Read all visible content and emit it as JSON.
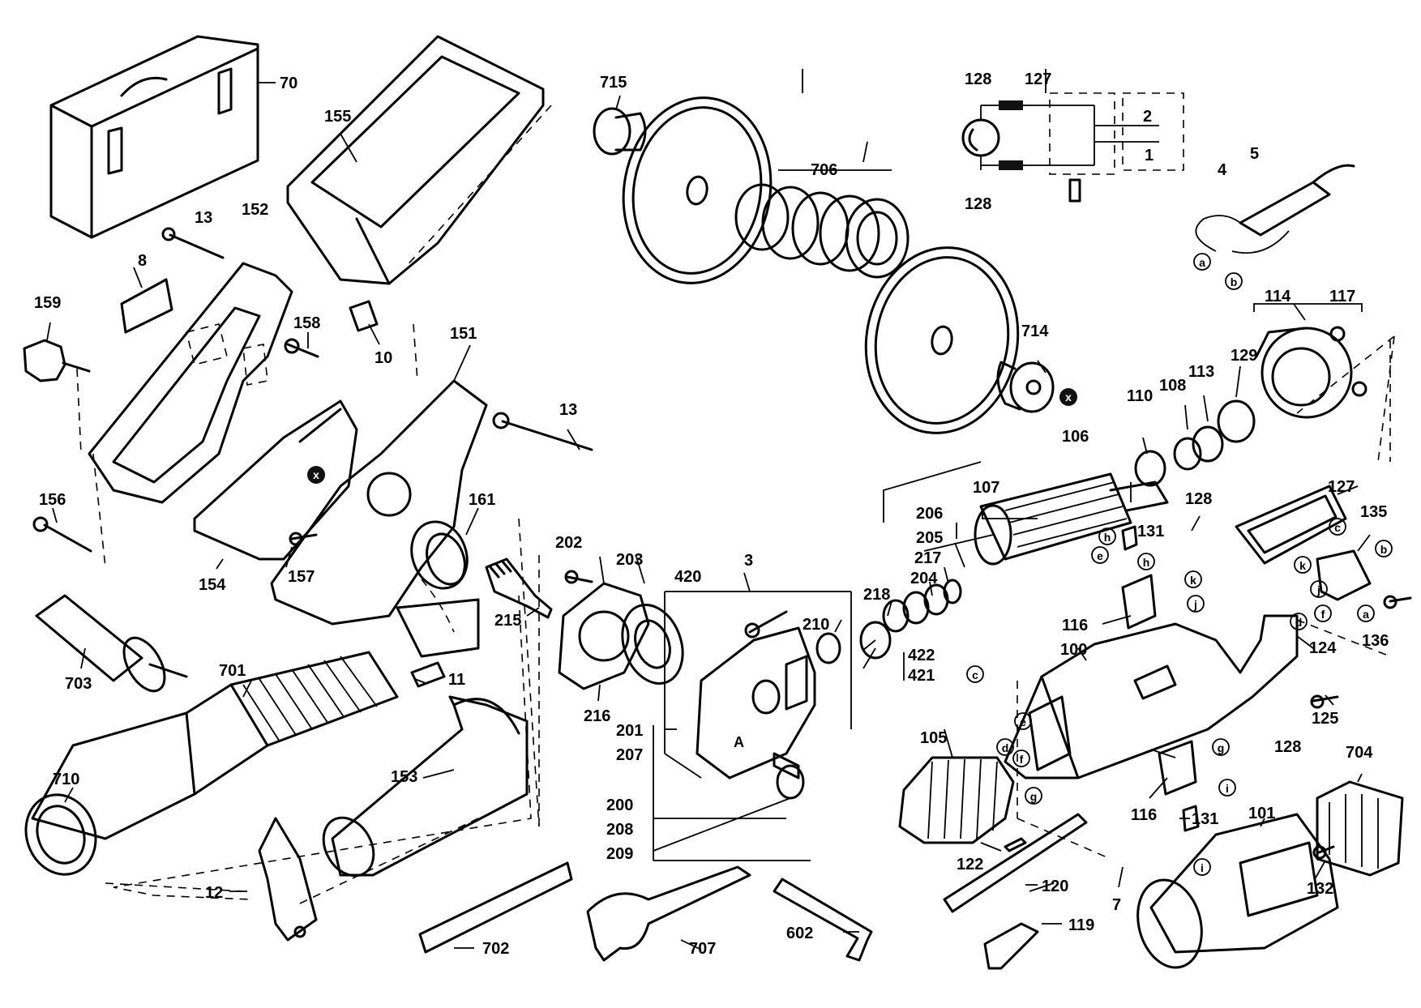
{
  "labels": [
    {
      "id": "70",
      "text": "70"
    },
    {
      "id": "155",
      "text": "155"
    },
    {
      "id": "13a",
      "text": "13"
    },
    {
      "id": "152",
      "text": "152"
    },
    {
      "id": "8",
      "text": "8"
    },
    {
      "id": "159",
      "text": "159"
    },
    {
      "id": "158",
      "text": "158"
    },
    {
      "id": "10",
      "text": "10"
    },
    {
      "id": "151",
      "text": "151"
    },
    {
      "id": "13b",
      "text": "13"
    },
    {
      "id": "156",
      "text": "156"
    },
    {
      "id": "154",
      "text": "154"
    },
    {
      "id": "157",
      "text": "157"
    },
    {
      "id": "161",
      "text": "161"
    },
    {
      "id": "703",
      "text": "703"
    },
    {
      "id": "11",
      "text": "11"
    },
    {
      "id": "701",
      "text": "701"
    },
    {
      "id": "710",
      "text": "710"
    },
    {
      "id": "153",
      "text": "153"
    },
    {
      "id": "12",
      "text": "12"
    },
    {
      "id": "702",
      "text": "702"
    },
    {
      "id": "715",
      "text": "715"
    },
    {
      "id": "706",
      "text": "706"
    },
    {
      "id": "714",
      "text": "714"
    },
    {
      "id": "128a",
      "text": "128"
    },
    {
      "id": "127a",
      "text": "127"
    },
    {
      "id": "128b",
      "text": "128"
    },
    {
      "id": "sw2",
      "text": "2"
    },
    {
      "id": "sw1",
      "text": "1"
    },
    {
      "id": "4",
      "text": "4"
    },
    {
      "id": "5",
      "text": "5"
    },
    {
      "id": "114",
      "text": "114"
    },
    {
      "id": "117",
      "text": "117"
    },
    {
      "id": "129",
      "text": "129"
    },
    {
      "id": "113",
      "text": "113"
    },
    {
      "id": "108",
      "text": "108"
    },
    {
      "id": "110",
      "text": "110"
    },
    {
      "id": "106",
      "text": "106"
    },
    {
      "id": "107",
      "text": "107"
    },
    {
      "id": "127b",
      "text": "127"
    },
    {
      "id": "135",
      "text": "135"
    },
    {
      "id": "128c",
      "text": "128"
    },
    {
      "id": "131a",
      "text": "131"
    },
    {
      "id": "206",
      "text": "206"
    },
    {
      "id": "205",
      "text": "205"
    },
    {
      "id": "217",
      "text": "217"
    },
    {
      "id": "204",
      "text": "204"
    },
    {
      "id": "218",
      "text": "218"
    },
    {
      "id": "202",
      "text": "202"
    },
    {
      "id": "203",
      "text": "203"
    },
    {
      "id": "420",
      "text": "420"
    },
    {
      "id": "3",
      "text": "3"
    },
    {
      "id": "210",
      "text": "210"
    },
    {
      "id": "422",
      "text": "422"
    },
    {
      "id": "421",
      "text": "421"
    },
    {
      "id": "215",
      "text": "215"
    },
    {
      "id": "216",
      "text": "216"
    },
    {
      "id": "201",
      "text": "201"
    },
    {
      "id": "207",
      "text": "207"
    },
    {
      "id": "200",
      "text": "200"
    },
    {
      "id": "208",
      "text": "208"
    },
    {
      "id": "209",
      "text": "209"
    },
    {
      "id": "116a",
      "text": "116"
    },
    {
      "id": "100",
      "text": "100"
    },
    {
      "id": "124",
      "text": "124"
    },
    {
      "id": "136",
      "text": "136"
    },
    {
      "id": "125",
      "text": "125"
    },
    {
      "id": "105",
      "text": "105"
    },
    {
      "id": "128d",
      "text": "128"
    },
    {
      "id": "704",
      "text": "704"
    },
    {
      "id": "116b",
      "text": "116"
    },
    {
      "id": "131b",
      "text": "131"
    },
    {
      "id": "101",
      "text": "101"
    },
    {
      "id": "122",
      "text": "122"
    },
    {
      "id": "120",
      "text": "120"
    },
    {
      "id": "7",
      "text": "7"
    },
    {
      "id": "132",
      "text": "132"
    },
    {
      "id": "119",
      "text": "119"
    },
    {
      "id": "707",
      "text": "707"
    },
    {
      "id": "602",
      "text": "602"
    }
  ],
  "callouts": {
    "a": "a",
    "b": "b",
    "c": "c",
    "d": "d",
    "e": "e",
    "f": "f",
    "g": "g",
    "h": "h",
    "i": "i",
    "j": "j",
    "k": "k",
    "x": "x",
    "panel_a": "A"
  }
}
